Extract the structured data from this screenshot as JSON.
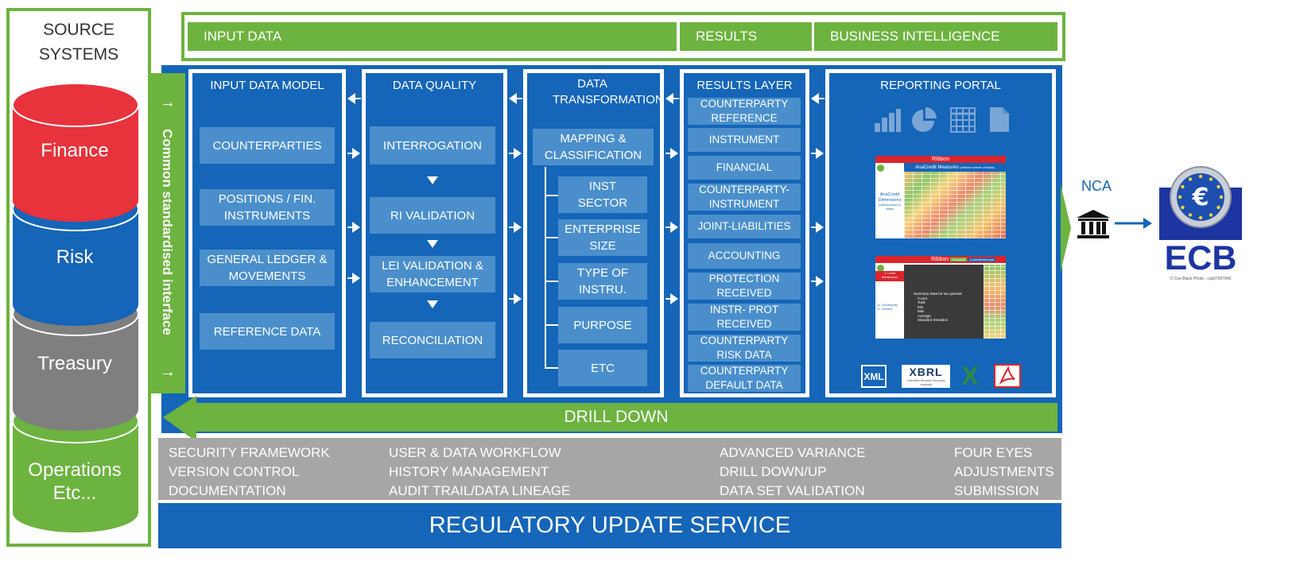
{
  "colors": {
    "blue": "#1565b8",
    "green": "#6db33f",
    "light_block": "#4a8fcc",
    "gray": "#a6a6a6",
    "red": "#e8323c",
    "dark_gray": "#7f7f7f"
  },
  "source_systems": {
    "title_line1": "SOURCE",
    "title_line2": "SYSTEMS",
    "cylinders": [
      {
        "label": "Finance",
        "color": "#e8323c"
      },
      {
        "label": "Risk",
        "color": "#1565b8"
      },
      {
        "label": "Treasury",
        "color": "#7f7f7f"
      },
      {
        "label_line1": "Operations",
        "label_line2": "Etc...",
        "color": "#6db33f"
      }
    ]
  },
  "interface_label": "Common standardised interface",
  "top_bar": {
    "input_data": "INPUT DATA",
    "results": "RESULTS",
    "business_intelligence": "BUSINESS INTELLIGENCE"
  },
  "input_data_model": {
    "title": "INPUT DATA MODEL",
    "items": [
      "COUNTERPARTIES",
      "POSITIONS / FIN. INSTRUMENTS",
      "GENERAL LEDGER & MOVEMENTS",
      "REFERENCE DATA"
    ]
  },
  "data_quality": {
    "title": "DATA QUALITY",
    "items": [
      "INTERROGATION",
      "RI VALIDATION",
      "LEI VALIDATION & ENHANCEMENT",
      "RECONCILIATION"
    ]
  },
  "data_transformation": {
    "title": "DATA TRANSFORMATION",
    "main": "MAPPING & CLASSIFICATION",
    "items": [
      "INST SECTOR",
      "ENTERPRISE SIZE",
      "TYPE OF INSTRU.",
      "PURPOSE",
      "ETC"
    ]
  },
  "results_layer": {
    "title": "RESULTS LAYER",
    "items": [
      "COUNTERPARTY REFERENCE",
      "INSTRUMENT",
      "FINANCIAL",
      "COUNTERPARTY-INSTRUMENT",
      "JOINT-LIABILITIES",
      "ACCOUNTING",
      "PROTECTION RECEIVED",
      "INSTR- PROT RECEIVED",
      "COUNTERPARTY RISK DATA",
      "COUNTERPARTY DEFAULT DATA"
    ]
  },
  "reporting_portal": {
    "title": "REPORTING PORTAL",
    "icons": [
      "bar-chart-icon",
      "pie-chart-icon",
      "grid-table-icon",
      "document-icon"
    ],
    "report1": {
      "ribbon": "Ribbon",
      "header": "AnaCredit Measures",
      "header_note": "(without subset of totals)",
      "side_line1": "AnaCredit",
      "side_line2": "Dimensions",
      "side_note": "(without subset of totals)"
    },
    "report2": {
      "ribbon": "Ribbon",
      "tab1": "Overdraft",
      "tab2": "Commitment pos",
      "side_line1": "1. Level",
      "side_line2": "Breakdown",
      "side_item1": "11. Counterparty",
      "side_item2": "12. Contract",
      "summary_title": "Summary Data for two periods",
      "summary_items": [
        "Count",
        "Total",
        "Min",
        "Max",
        "Average",
        "Standard Deviation"
      ]
    },
    "export": {
      "xml": "XML",
      "xbrl": "XBRL",
      "xbrl_sub": "eXtensible Business Reporting Language",
      "excel": "X"
    }
  },
  "nca_label": "NCA",
  "ecb": {
    "label": "ECB",
    "credit": "© Coe Black Photo - csp07007940"
  },
  "drill_down": "DRILL DOWN",
  "features": {
    "col1": [
      "SECURITY FRAMEWORK",
      "VERSION CONTROL",
      "DOCUMENTATION"
    ],
    "col2": [
      "USER & DATA WORKFLOW",
      "HISTORY MANAGEMENT",
      "AUDIT TRAIL/DATA LINEAGE"
    ],
    "col3": [
      "ADVANCED VARIANCE",
      "DRILL DOWN/UP",
      "DATA SET VALIDATION"
    ],
    "col4": [
      "FOUR EYES",
      "ADJUSTMENTS",
      "SUBMISSION"
    ]
  },
  "regulatory_update": "REGULATORY UPDATE SERVICE"
}
